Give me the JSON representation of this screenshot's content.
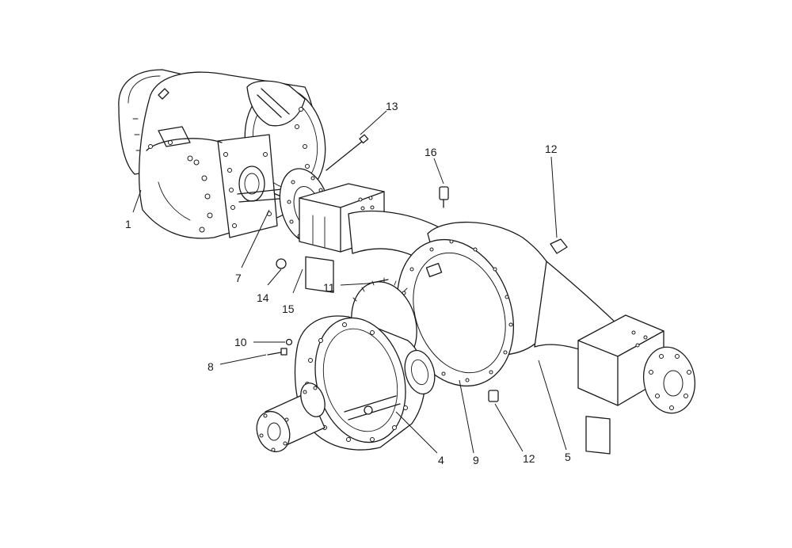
{
  "diagram": {
    "callouts": [
      {
        "id": "c1",
        "label": "1"
      },
      {
        "id": "c4",
        "label": "4"
      },
      {
        "id": "c5",
        "label": "5"
      },
      {
        "id": "c7",
        "label": "7"
      },
      {
        "id": "c8",
        "label": "8"
      },
      {
        "id": "c9",
        "label": "9"
      },
      {
        "id": "c10",
        "label": "10"
      },
      {
        "id": "c11",
        "label": "11"
      },
      {
        "id": "c12a",
        "label": "12"
      },
      {
        "id": "c12b",
        "label": "12"
      },
      {
        "id": "c13",
        "label": "13"
      },
      {
        "id": "c14",
        "label": "14"
      },
      {
        "id": "c15",
        "label": "15"
      },
      {
        "id": "c16",
        "label": "16"
      }
    ],
    "line_color": "#1a1a1a",
    "background": "#ffffff"
  }
}
